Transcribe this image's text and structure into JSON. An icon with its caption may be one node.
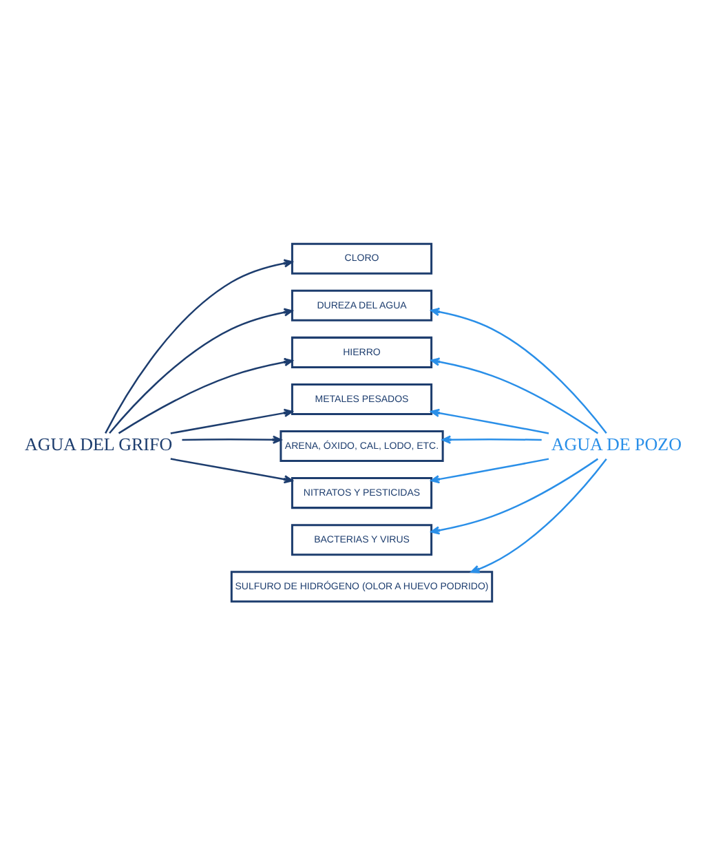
{
  "diagram": {
    "nodes": [
      {
        "text": [
          "AGUA DEL GRIFO"
        ]
      },
      {
        "text": [
          "CLORO"
        ]
      },
      {
        "text": [
          "DUREZA DEL AGUA"
        ]
      },
      {
        "text": [
          "HIERRO"
        ]
      },
      {
        "text": [
          "METALES PESADOS"
        ]
      },
      {
        "text": [
          "ARENA, ÓXIDO, CAL, LODO, ETC."
        ]
      },
      {
        "text": [
          "NITRATOS Y PESTICIDAS"
        ]
      },
      {
        "text": [
          "BACTERIAS Y VIRUS"
        ]
      },
      {
        "text": [
          "SULFURO DE HIDRÓGENO (OLOR A HUEVO PODRIDO)"
        ]
      },
      {
        "text": [
          "AGUA DE POZO"
        ]
      }
    ],
    "edges": [
      {
        "from": 0,
        "to": 1,
        "arrow": "to",
        "color": "#1d3d6e"
      },
      {
        "from": 0,
        "to": 2,
        "arrow": "to",
        "color": "#1d3d6e"
      },
      {
        "from": 0,
        "to": 3,
        "arrow": "to",
        "color": "#1d3d6e"
      },
      {
        "from": 0,
        "to": 4,
        "arrow": "to",
        "color": "#1d3d6e"
      },
      {
        "from": 0,
        "to": 5,
        "arrow": "to",
        "color": "#1d3d6e"
      },
      {
        "from": 0,
        "to": 6,
        "arrow": "to",
        "color": "#1d3d6e"
      },
      {
        "from": 9,
        "to": 2,
        "arrow": "to"
      },
      {
        "from": 9,
        "to": 3,
        "arrow": "to"
      },
      {
        "from": 9,
        "to": 4,
        "arrow": "to"
      },
      {
        "from": 9,
        "to": 5,
        "arrow": "to"
      },
      {
        "from": 9,
        "to": 6,
        "arrow": "to"
      },
      {
        "from": 9,
        "to": 7,
        "arrow": "to"
      },
      {
        "from": 9,
        "to": 8,
        "arrow": "to"
      }
    ]
  }
}
